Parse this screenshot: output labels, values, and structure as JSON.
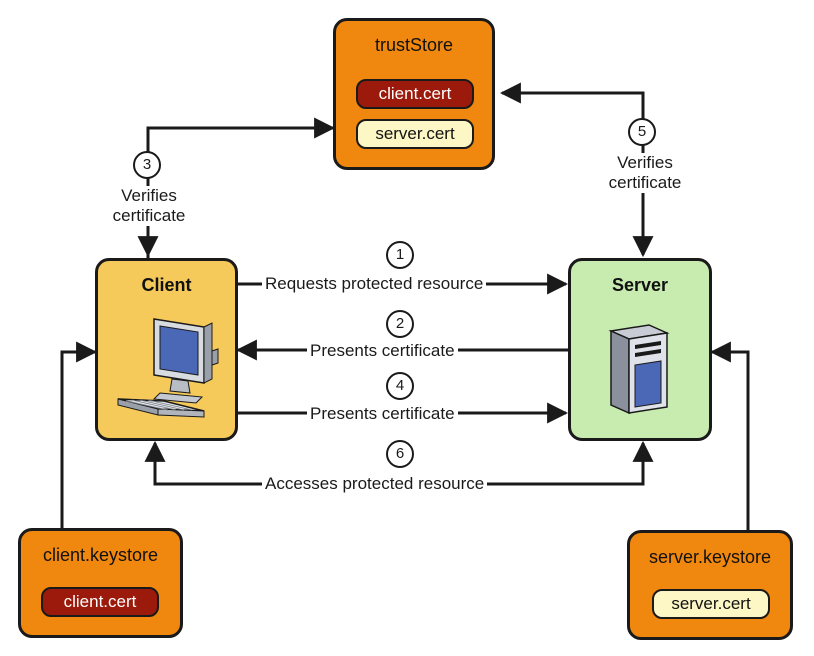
{
  "truststore": {
    "title": "trustStore",
    "certs": [
      "client.cert",
      "server.cert"
    ]
  },
  "client": {
    "title": "Client"
  },
  "server": {
    "title": "Server"
  },
  "client_keystore": {
    "title": "client.keystore",
    "cert": "client.cert"
  },
  "server_keystore": {
    "title": "server.keystore",
    "cert": "server.cert"
  },
  "steps": [
    {
      "num": "1",
      "label": "Requests protected resource"
    },
    {
      "num": "2",
      "label": "Presents certificate"
    },
    {
      "num": "3",
      "label": "Verifies certificate"
    },
    {
      "num": "4",
      "label": "Presents certificate"
    },
    {
      "num": "5",
      "label": "Verifies certificate"
    },
    {
      "num": "6",
      "label": "Accesses protected resource"
    }
  ],
  "colors": {
    "keystore_orange": "#f0870f",
    "client_fill": "#f5c95a",
    "server_fill": "#c8ebb0",
    "client_cert_red": "#9b1a0c",
    "server_cert_cream": "#fdf7c6"
  }
}
